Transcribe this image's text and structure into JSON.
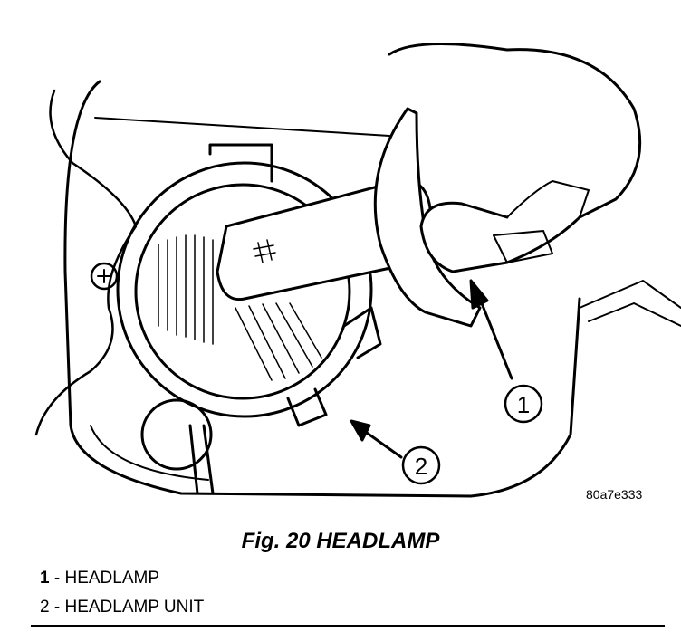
{
  "figure": {
    "reference_code": "80a7e333",
    "caption": "Fig. 20 HEADLAMP",
    "callouts": [
      "1",
      "2"
    ]
  },
  "legend": [
    {
      "number": "1",
      "separator": " - ",
      "label": "HEADLAMP"
    },
    {
      "number": "2",
      "separator": " - ",
      "label": "HEADLAMP UNIT"
    }
  ]
}
